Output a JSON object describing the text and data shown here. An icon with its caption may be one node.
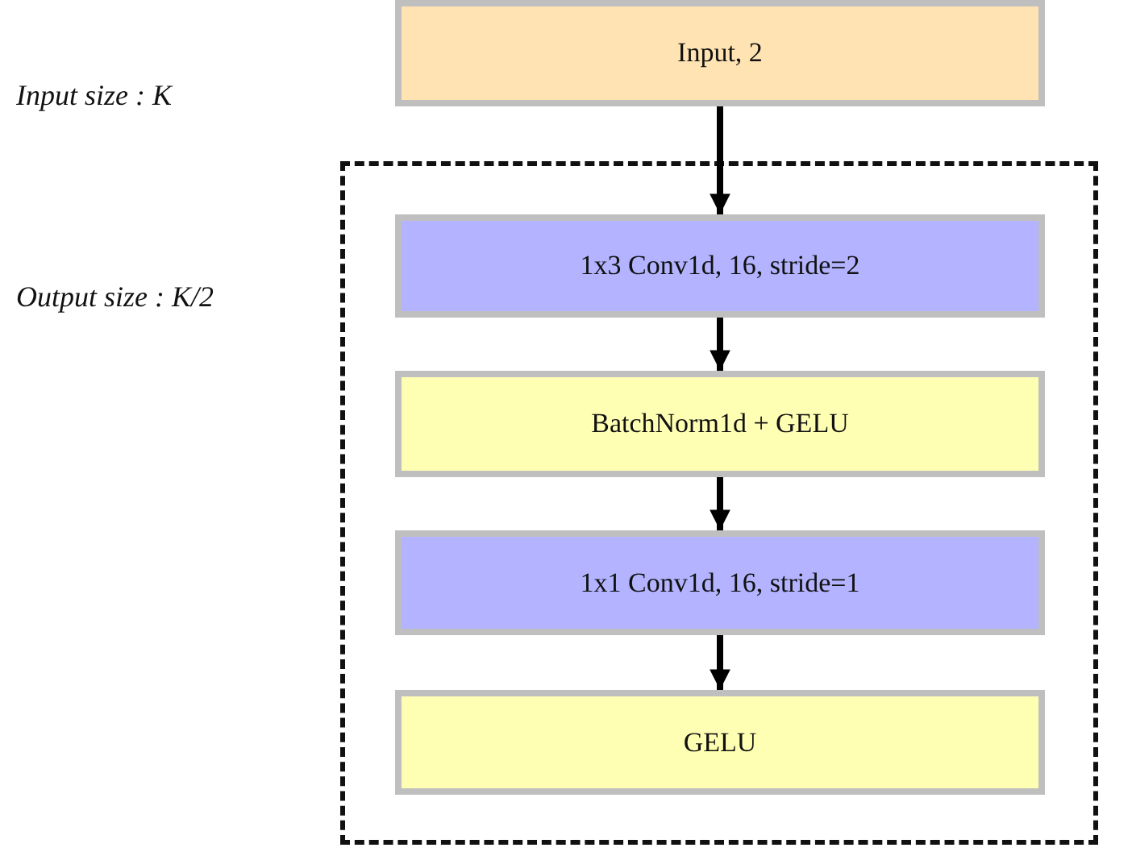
{
  "diagram": {
    "nodes": [
      {
        "text": [
          "Input, 2"
        ]
      },
      {
        "text": [],
        "shape": "box"
      },
      {
        "text": [
          "1x3 Conv1d, 16, stride=2"
        ],
        "in": 1
      },
      {
        "text": [
          "BatchNorm1d + GELU"
        ],
        "in": 1
      },
      {
        "text": [
          "1x1 Conv1d, 16, stride=1"
        ],
        "in": 1
      },
      {
        "text": [
          "GELU"
        ],
        "in": 1
      }
    ],
    "edges": [
      {
        "from": 0,
        "to": 2,
        "arrow": "to"
      },
      {
        "from": 2,
        "to": 3,
        "arrow": "to"
      },
      {
        "from": 3,
        "to": 4,
        "arrow": "to"
      },
      {
        "from": 4,
        "to": 5,
        "arrow": "to"
      }
    ],
    "labels": [
      "Input size : K",
      "Output size : K/2"
    ]
  }
}
